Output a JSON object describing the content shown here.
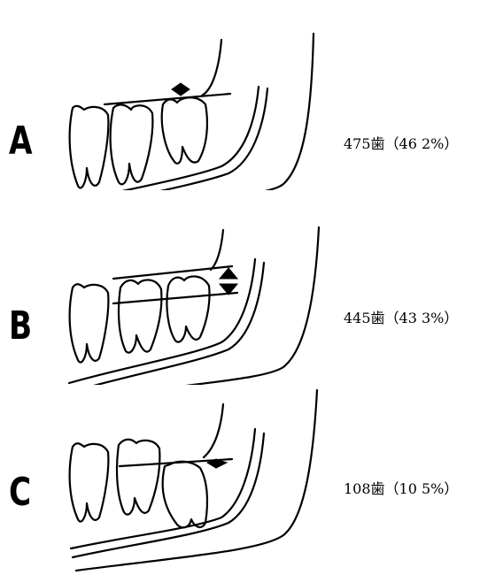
{
  "panels": [
    {
      "letter": "A",
      "count": "475歯（46 2%）"
    },
    {
      "letter": "B",
      "count": "445歯（43 3%）"
    },
    {
      "letter": "C",
      "count": "108歯（10 5%）"
    }
  ]
}
